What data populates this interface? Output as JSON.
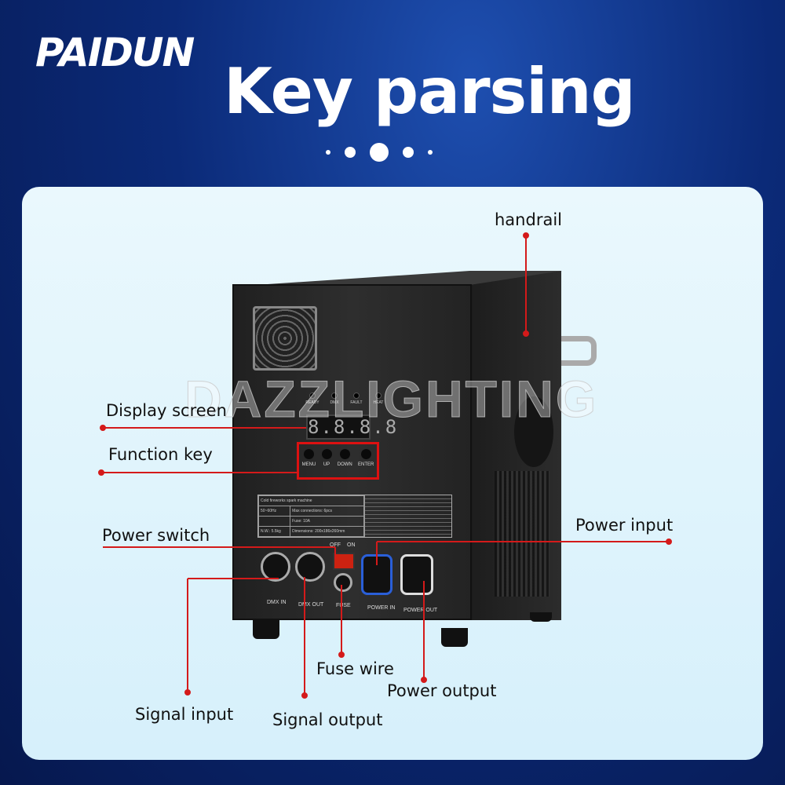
{
  "brand": {
    "logo": "PAIDUN"
  },
  "header": {
    "title": "Key parsing"
  },
  "watermark": "DAZZLIGHTING",
  "device": {
    "leds": [
      "READY",
      "DMX",
      "FAULT",
      "HEAT"
    ],
    "display": "8.8.8.8",
    "keys": [
      "MENU",
      "UP",
      "DOWN",
      "ENTER"
    ],
    "plate": {
      "name": "Cold fireworks spark machine",
      "freq": "50~60Hz",
      "max": "Max connections: 6pcs",
      "fuse": "Fuse: 10A",
      "weight": "N.W.: 5.5kg",
      "dims": "Dimensions: 200x186x260mm"
    },
    "switch": {
      "off": "OFF",
      "on": "ON"
    },
    "ports": [
      "DMX IN",
      "DMX OUT",
      "FUSE",
      "POWER IN",
      "POWER OUT"
    ]
  },
  "callouts": {
    "handrail": "handrail",
    "display": "Display screen",
    "function": "Function key",
    "power_switch": "Power switch",
    "power_input": "Power input",
    "fuse": "Fuse wire",
    "power_output": "Power output",
    "signal_input": "Signal input",
    "signal_output": "Signal output"
  },
  "colors": {
    "accent": "#d41a1a",
    "panel": "#e2f5fc",
    "background": "#0b2a78"
  }
}
